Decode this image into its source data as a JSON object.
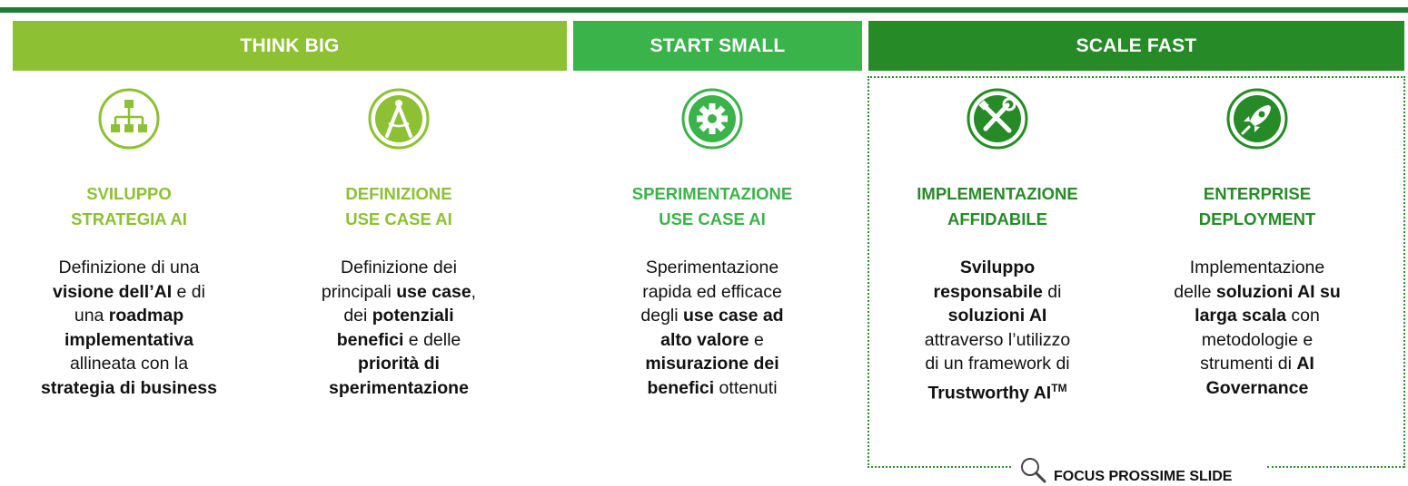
{
  "bands": [
    {
      "label": "THINK BIG"
    },
    {
      "label": "START SMALL"
    },
    {
      "label": "SCALE FAST"
    }
  ],
  "focus_label": "FOCUS PROSSIME SLIDE",
  "colors": {
    "think_big": "#8dc032",
    "start_small": "#3ab34a",
    "scale_fast": "#268b27",
    "top_line": "#1e7b33"
  },
  "columns": [
    {
      "icon": "org-chart-icon",
      "title1": "SVILUPPO",
      "title2": "STRATEGIA AI",
      "body": [
        [
          {
            "t": "Definizione di una",
            "b": false
          }
        ],
        [
          {
            "t": "visione dell’AI",
            "b": true
          },
          {
            "t": " e di",
            "b": false
          }
        ],
        [
          {
            "t": "una ",
            "b": false
          },
          {
            "t": "roadmap",
            "b": true
          }
        ],
        [
          {
            "t": "implementativa",
            "b": true
          }
        ],
        [
          {
            "t": "allineata con la",
            "b": false
          }
        ],
        [
          {
            "t": "strategia di business",
            "b": true
          }
        ]
      ]
    },
    {
      "icon": "compass-icon",
      "title1": "DEFINIZIONE",
      "title2": "USE CASE AI",
      "body": [
        [
          {
            "t": "Definizione dei",
            "b": false
          }
        ],
        [
          {
            "t": "principali ",
            "b": false
          },
          {
            "t": "use case",
            "b": true
          },
          {
            "t": ",",
            "b": false
          }
        ],
        [
          {
            "t": "dei ",
            "b": false
          },
          {
            "t": "potenziali",
            "b": true
          }
        ],
        [
          {
            "t": "benefici",
            "b": true
          },
          {
            "t": " e delle",
            "b": false
          }
        ],
        [
          {
            "t": "priorità di",
            "b": true
          }
        ],
        [
          {
            "t": "sperimentazione",
            "b": true
          }
        ]
      ]
    },
    {
      "icon": "gear-icon",
      "title1": "SPERIMENTAZIONE",
      "title2": "USE CASE AI",
      "body": [
        [
          {
            "t": "Sperimentazione",
            "b": false
          }
        ],
        [
          {
            "t": "rapida ed efficace",
            "b": false
          }
        ],
        [
          {
            "t": "degli ",
            "b": false
          },
          {
            "t": "use case ad",
            "b": true
          }
        ],
        [
          {
            "t": "alto valore",
            "b": true
          },
          {
            "t": " e",
            "b": false
          }
        ],
        [
          {
            "t": "misurazione dei",
            "b": true
          }
        ],
        [
          {
            "t": "benefici",
            "b": true
          },
          {
            "t": " ottenuti",
            "b": false
          }
        ]
      ]
    },
    {
      "icon": "tools-icon",
      "title1": "IMPLEMENTAZIONE",
      "title2": "AFFIDABILE",
      "body": [
        [
          {
            "t": "Sviluppo",
            "b": true
          }
        ],
        [
          {
            "t": "responsabile",
            "b": true
          },
          {
            "t": " di",
            "b": false
          }
        ],
        [
          {
            "t": "soluzioni AI",
            "b": true
          }
        ],
        [
          {
            "t": "attraverso l’utilizzo",
            "b": false
          }
        ],
        [
          {
            "t": "di un framework di",
            "b": false
          }
        ],
        [
          {
            "t": "Trustworthy AI",
            "b": true
          },
          {
            "t": "TM",
            "b": true,
            "sup": true
          }
        ]
      ]
    },
    {
      "icon": "rocket-icon",
      "title1": "ENTERPRISE",
      "title2": "DEPLOYMENT",
      "body": [
        [
          {
            "t": "Implementazione",
            "b": false
          }
        ],
        [
          {
            "t": "delle ",
            "b": false
          },
          {
            "t": "soluzioni AI su",
            "b": true
          }
        ],
        [
          {
            "t": "larga scala",
            "b": true
          },
          {
            "t": " con",
            "b": false
          }
        ],
        [
          {
            "t": "metodologie e",
            "b": false
          }
        ],
        [
          {
            "t": "strumenti di ",
            "b": false
          },
          {
            "t": "AI",
            "b": true
          }
        ],
        [
          {
            "t": "Governance",
            "b": true
          }
        ]
      ]
    }
  ]
}
